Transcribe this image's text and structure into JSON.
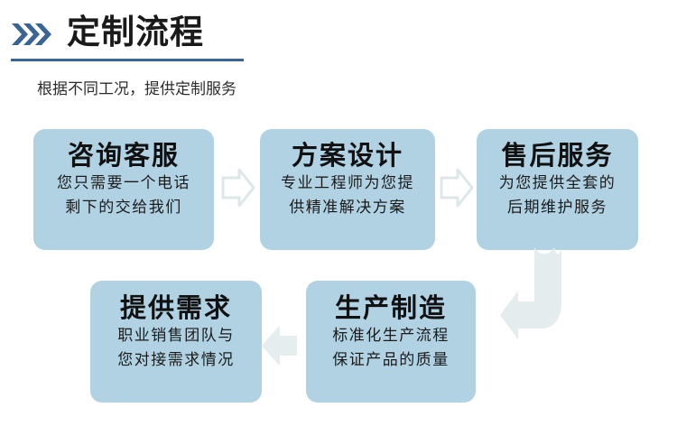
{
  "header": {
    "chevron_icon": "triple-chevron-right-icon",
    "title": "定制流程",
    "subtitle": "根据不同工况，提供定制服务",
    "accent_color": "#3a6496",
    "underline_color": "#3a6496"
  },
  "theme": {
    "box_fill": "#b0d2e3",
    "arrow_outline": "#dfe8ea",
    "arrow_fill": "#e6edef",
    "background": "#ffffff",
    "text_color": "#111111"
  },
  "flow": {
    "steps": [
      {
        "id": "step-1",
        "title": "咨询客服",
        "lines": [
          "您只需要一个电话",
          "剩下的交给我们"
        ]
      },
      {
        "id": "step-2",
        "title": "方案设计",
        "lines": [
          "专业工程师为您提",
          "供精准解决方案"
        ]
      },
      {
        "id": "step-3",
        "title": "售后服务",
        "lines": [
          "为您提供全套的",
          "后期维护服务"
        ]
      },
      {
        "id": "step-4",
        "title": "提供需求",
        "lines": [
          "职业销售团队与",
          "您对接需求情况"
        ]
      },
      {
        "id": "step-5",
        "title": "生产制造",
        "lines": [
          "标准化生产流程",
          "保证产品的质量"
        ]
      }
    ],
    "connectors": [
      {
        "id": "connector-1",
        "icon": "arrow-right-outline-icon",
        "from": "step-1",
        "to": "step-2"
      },
      {
        "id": "connector-2",
        "icon": "arrow-right-outline-icon",
        "from": "step-2",
        "to": "step-3"
      },
      {
        "id": "connector-3",
        "icon": "arrow-bend-down-left-icon",
        "from": "step-3",
        "to": "step-5"
      },
      {
        "id": "connector-4",
        "icon": "arrow-left-icon",
        "from": "step-5",
        "to": "step-4"
      }
    ]
  }
}
